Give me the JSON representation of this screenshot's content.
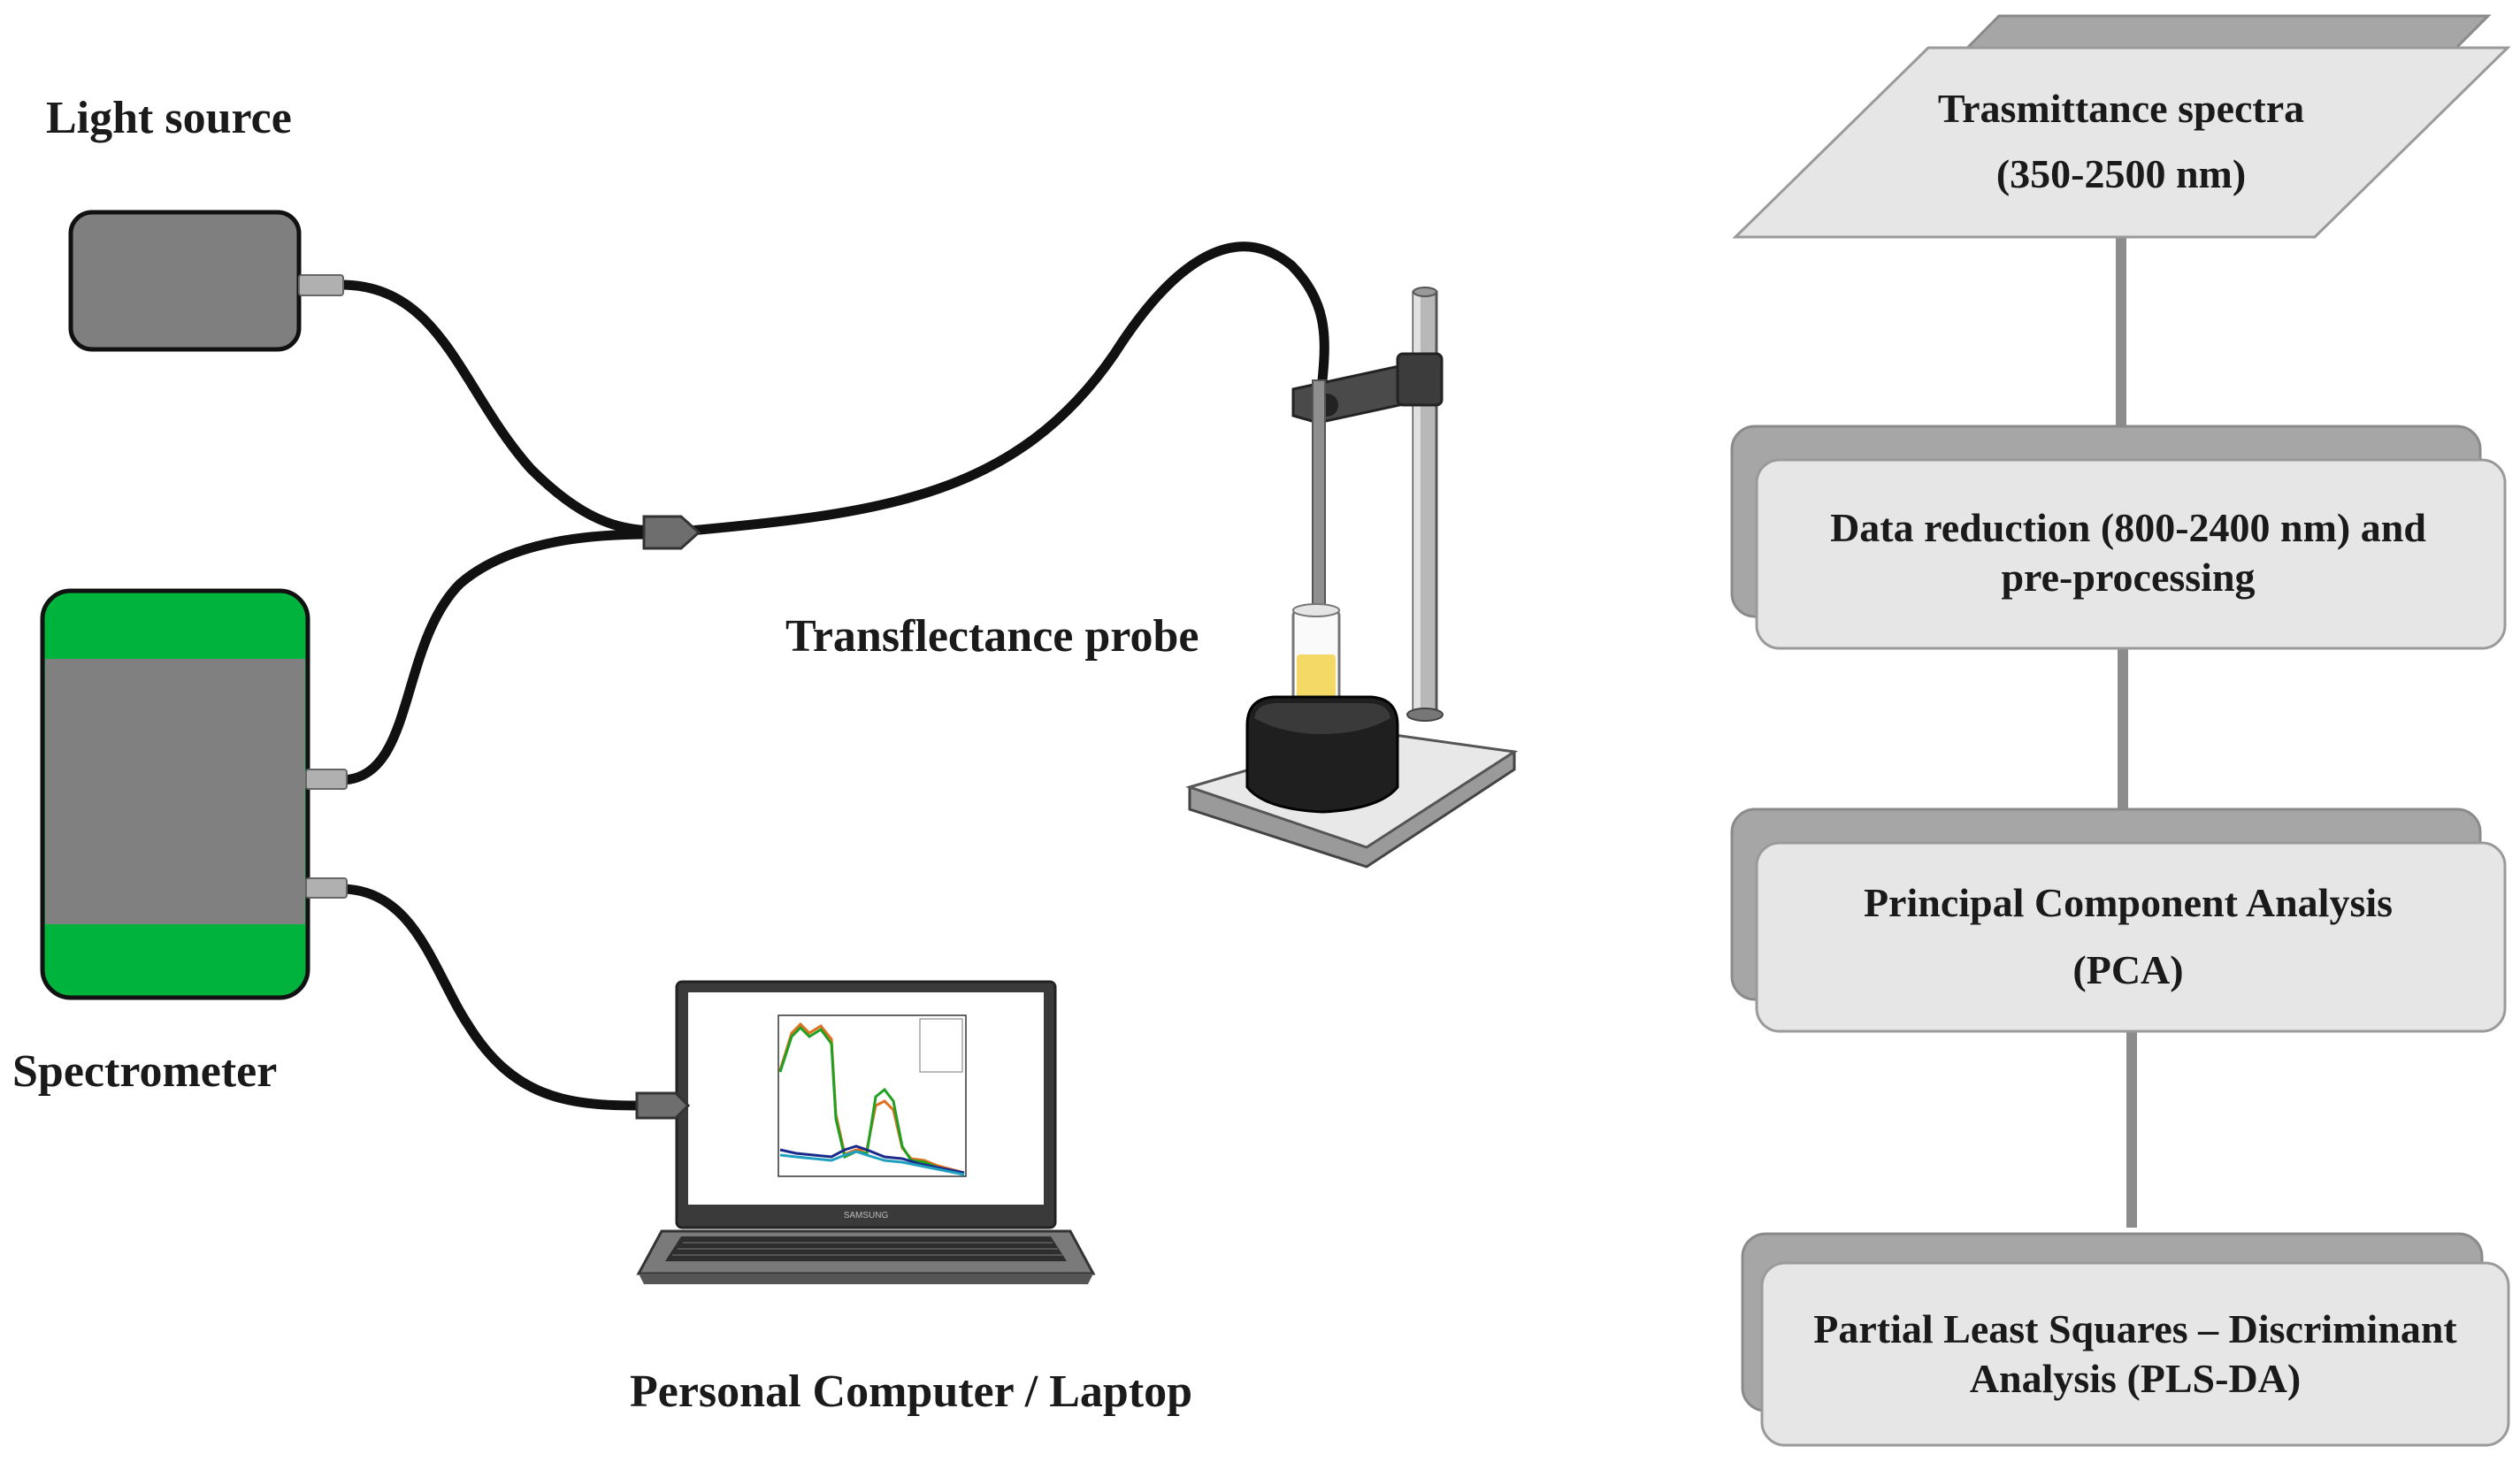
{
  "setup": {
    "light_source_label": "Light source",
    "spectrometer_label": "Spectrometer",
    "probe_label": "Transflectance probe",
    "computer_label": "Personal Computer / Laptop",
    "laptop_brand": "SAMSUNG"
  },
  "workflow": {
    "step1_line1": "Trasmittance spectra",
    "step1_line2": "(350-2500 nm)",
    "step2_line1": "Data reduction (800-2400 nm) and",
    "step2_line2": "pre-processing",
    "step3_line1": "Principal Component Analysis",
    "step3_line2": "(PCA)",
    "step4_line1": "Partial Least Squares – Discriminant",
    "step4_line2": "Analysis  (PLS-DA)"
  },
  "colors": {
    "spectrometer_accent": "#00b33c",
    "device_gray": "#808080",
    "box_fill": "#e6e6e6",
    "box_shadow": "#a6a6a6",
    "connector_line": "#8c8c8c",
    "cable": "#111111"
  }
}
